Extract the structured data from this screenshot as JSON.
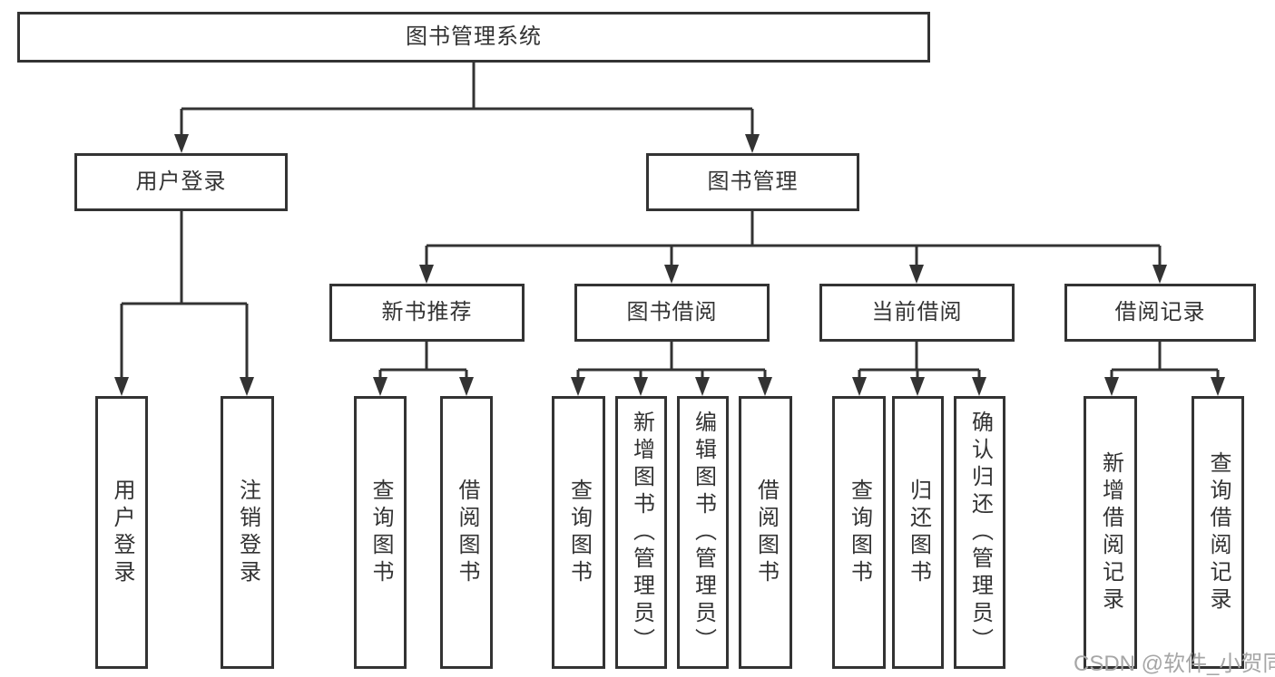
{
  "diagram": {
    "root": {
      "label": "图书管理系统"
    },
    "level1": [
      {
        "id": "user-login",
        "label": "用户登录"
      },
      {
        "id": "book-management",
        "label": "图书管理"
      }
    ],
    "level2": [
      {
        "id": "new-book-recommend",
        "label": "新书推荐"
      },
      {
        "id": "book-borrow",
        "label": "图书借阅"
      },
      {
        "id": "current-borrow",
        "label": "当前借阅"
      },
      {
        "id": "borrow-records",
        "label": "借阅记录"
      }
    ],
    "leaves": {
      "user_login": [
        "用户登录",
        "注销登录"
      ],
      "new_book_recommend": [
        "查询图书",
        "借阅图书"
      ],
      "book_borrow": [
        "查询图书",
        "新增图书（管理员）",
        "编辑图书（管理员）",
        "借阅图书"
      ],
      "current_borrow": [
        "查询图书",
        "归还图书",
        "确认归还（管理员）"
      ],
      "borrow_records": [
        "新增借阅记录",
        "查询借阅记录"
      ]
    }
  },
  "watermark": "CSDN @软件_小贺同学",
  "colors": {
    "line": "#333333",
    "text": "#333333",
    "background": "#ffffff",
    "watermark": "#a6a6a6"
  }
}
